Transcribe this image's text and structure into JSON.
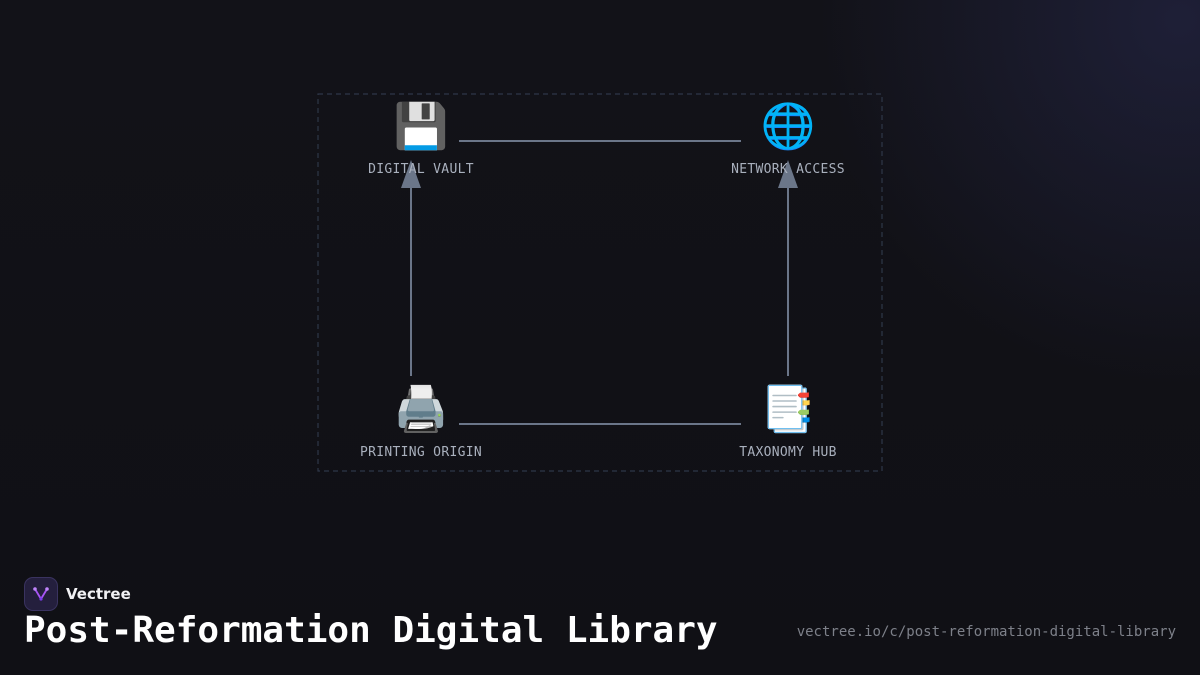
{
  "nodes": {
    "digital_vault": {
      "icon": "💾",
      "icon_name": "floppy-disk-icon",
      "label": "DIGITAL VAULT"
    },
    "network_access": {
      "icon": "🌐",
      "icon_name": "globe-icon",
      "label": "NETWORK ACCESS"
    },
    "printing_origin": {
      "icon": "🖨️",
      "icon_name": "printer-icon",
      "label": "PRINTING ORIGIN"
    },
    "taxonomy_hub": {
      "icon": "📑",
      "icon_name": "bookmark-tabs-icon",
      "label": "TAXONOMY HUB"
    }
  },
  "edges": [
    {
      "from": "digital_vault",
      "to": "network_access",
      "arrow": false
    },
    {
      "from": "printing_origin",
      "to": "taxonomy_hub",
      "arrow": false
    },
    {
      "from": "printing_origin",
      "to": "digital_vault",
      "arrow": true
    },
    {
      "from": "taxonomy_hub",
      "to": "network_access",
      "arrow": true
    }
  ],
  "footer": {
    "brand_name": "Vectree",
    "title": "Post-Reformation Digital Library",
    "url": "vectree.io/c/post-reformation-digital-library"
  },
  "colors": {
    "background": "#111117",
    "edge": "#6b7689",
    "frame": "#2e3748",
    "label": "#a9b0bd",
    "brand_accent": "#a855f7"
  }
}
